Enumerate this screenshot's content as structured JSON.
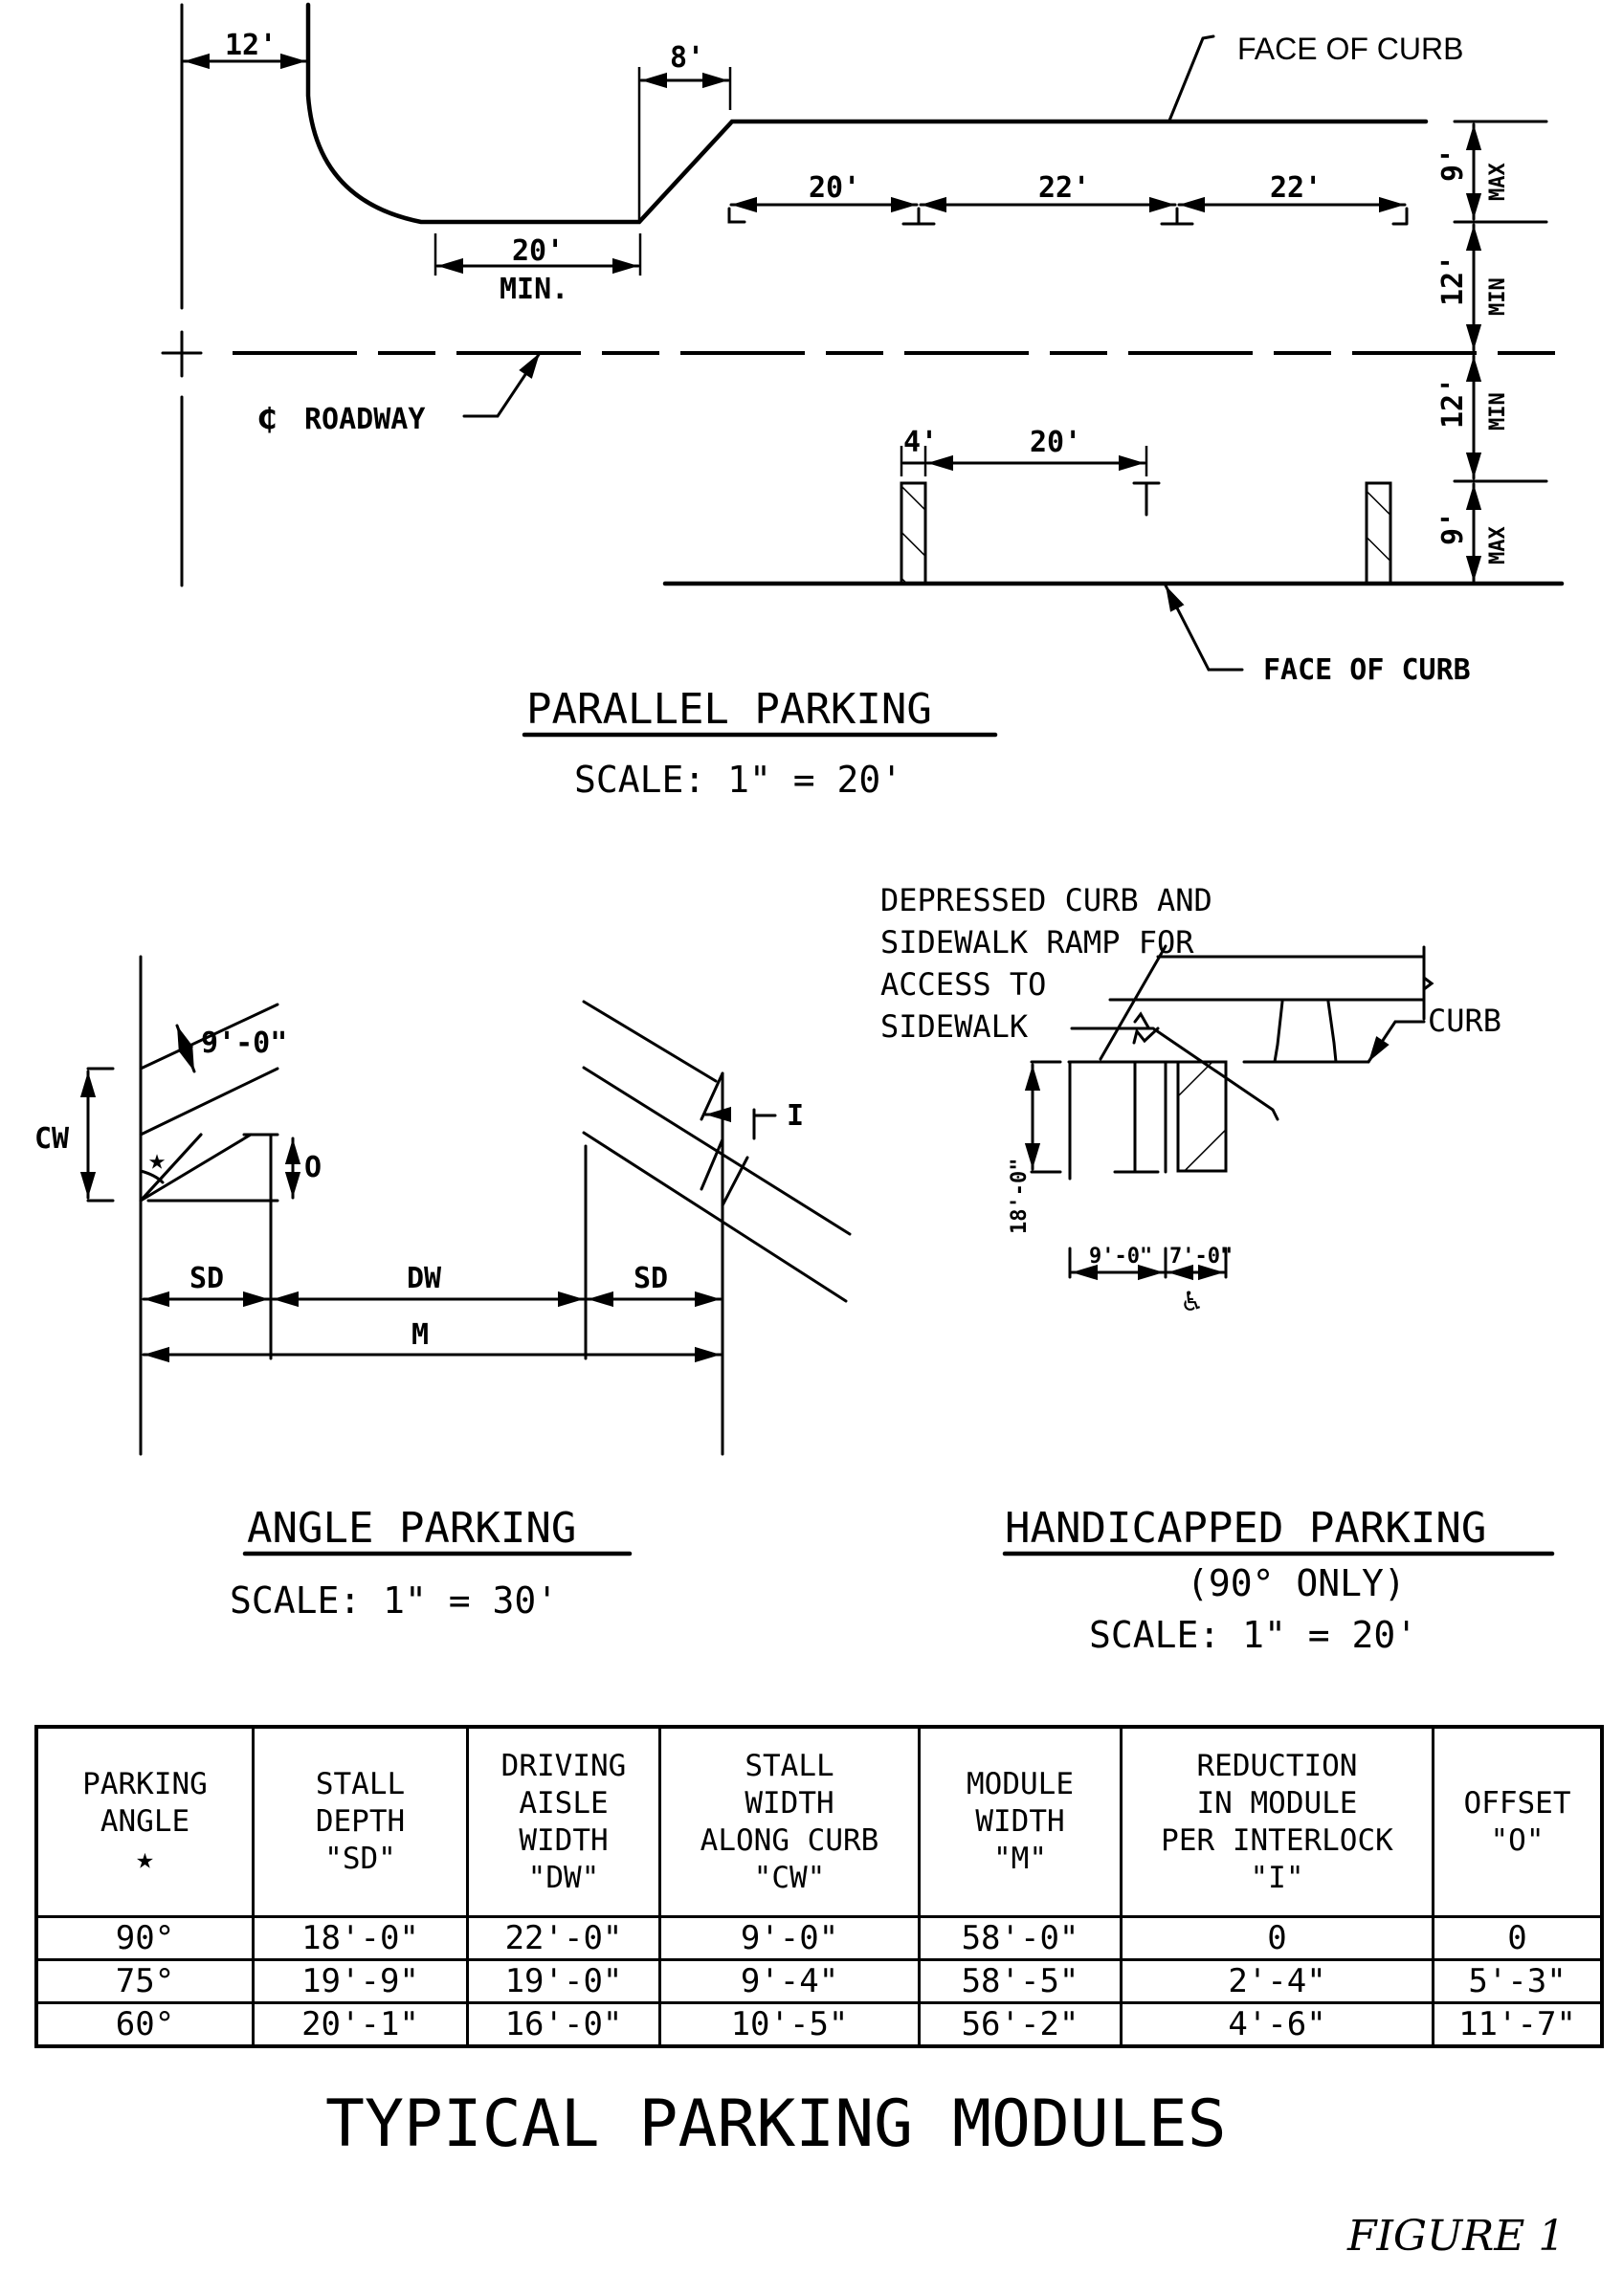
{
  "parallel_parking": {
    "title": "PARALLEL PARKING",
    "scale": "SCALE:  1\" = 20'",
    "dimensions": {
      "entry_offset": "12'",
      "taper": "8'",
      "bay_min": "20'",
      "bay_min_note": "MIN.",
      "stall_1": "20'",
      "stall_2": "22'",
      "stall_3": "22'",
      "lane_depth_top": "9'",
      "lane_depth_top_note": "MAX",
      "travel_lane_top": "12'",
      "travel_lane_top_note": "MIN",
      "travel_lane_bottom": "12'",
      "travel_lane_bottom_note": "MIN",
      "lane_depth_bottom": "9'",
      "lane_depth_bottom_note": "MAX",
      "island_width": "4'",
      "stall_bottom": "20'"
    },
    "callouts": {
      "face_of_curb_top": "FACE OF CURB",
      "centerline": "ROADWAY",
      "centerline_symbol": "₵",
      "face_of_curb_bottom": "FACE OF CURB"
    }
  },
  "angle_parking": {
    "title": "ANGLE PARKING",
    "scale": "SCALE:  1\" = 30'",
    "labels": {
      "stall_width": "9'-0\"",
      "cw": "CW",
      "offset": "O",
      "angle_symbol": "★",
      "interlock": "I",
      "sd_left": "SD",
      "dw": "DW",
      "sd_right": "SD",
      "m": "M"
    }
  },
  "handicapped_parking": {
    "title": "HANDICAPPED PARKING",
    "subtitle": "(90° ONLY)",
    "scale": "SCALE:  1\" = 20'",
    "note_lines": [
      "DEPRESSED CURB AND",
      "SIDEWALK RAMP FOR",
      "ACCESS TO",
      "SIDEWALK"
    ],
    "curb_label": "CURB",
    "depth": "18'-0\"",
    "stall_width": "9'-0\"",
    "aisle_width": "7'-0\"",
    "icon": "wheelchair-icon"
  },
  "table": {
    "headers": [
      "PARKING\nANGLE\n★",
      "STALL\nDEPTH\n\"SD\"",
      "DRIVING\nAISLE\nWIDTH\n\"DW\"",
      "STALL\nWIDTH\nALONG CURB\n\"CW\"",
      "MODULE\nWIDTH\n\"M\"",
      "REDUCTION\nIN MODULE\nPER INTERLOCK\n\"I\"",
      "OFFSET\n\"O\""
    ],
    "rows": [
      [
        "90°",
        "18'-0\"",
        "22'-0\"",
        "9'-0\"",
        "58'-0\"",
        "0",
        "0"
      ],
      [
        "75°",
        "19'-9\"",
        "19'-0\"",
        "9'-4\"",
        "58'-5\"",
        "2'-4\"",
        "5'-3\""
      ],
      [
        "60°",
        "20'-1\"",
        "16'-0\"",
        "10'-5\"",
        "56'-2\"",
        "4'-6\"",
        "11'-7\""
      ]
    ]
  },
  "footer": {
    "title": "TYPICAL PARKING MODULES",
    "figure": "FIGURE 1"
  }
}
